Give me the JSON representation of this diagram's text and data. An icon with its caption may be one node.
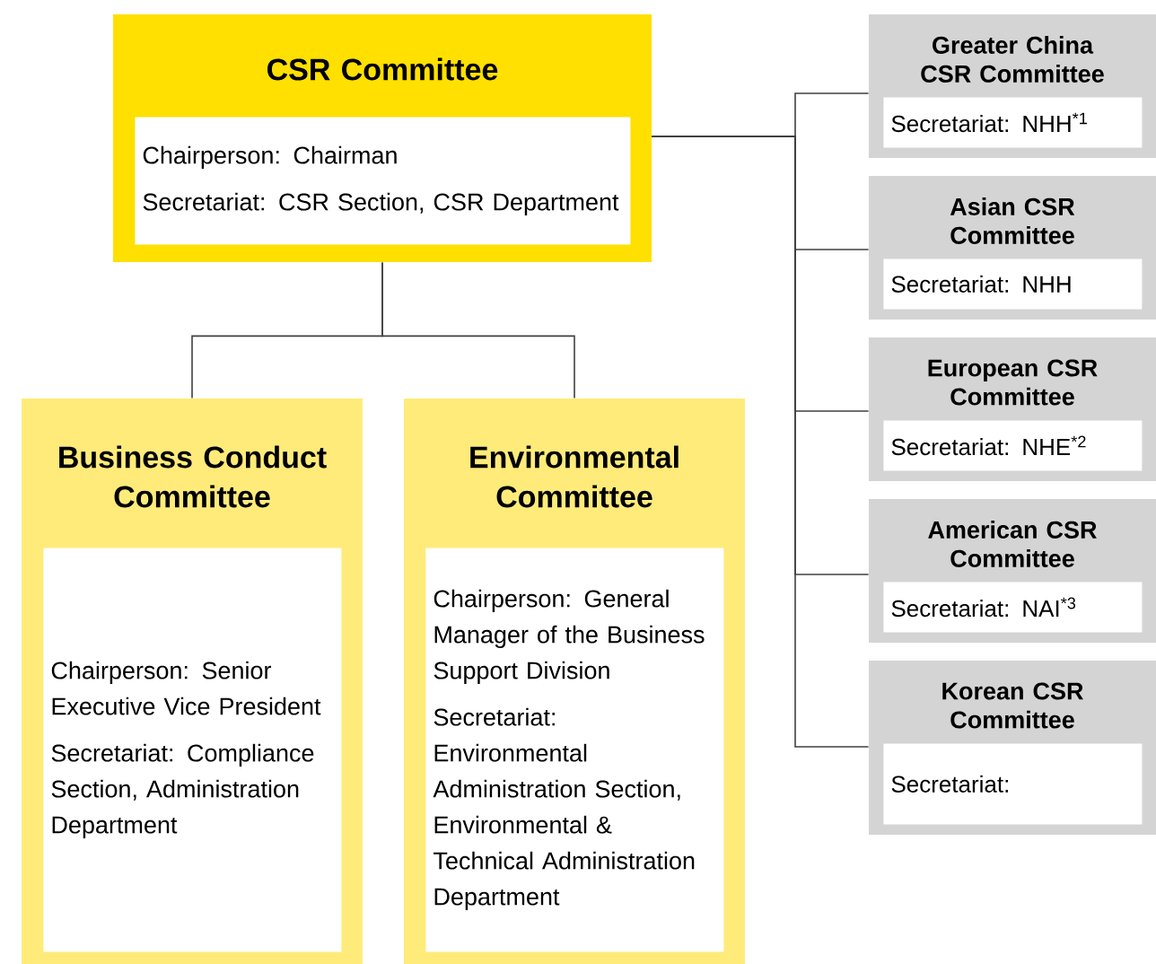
{
  "diagram": {
    "nodes": [
      {
        "text": [
          "CSR Committee",
          "Chairperson: Chairman",
          "Secretariat: CSR Section, CSR Department"
        ]
      },
      {
        "text": [
          "Business Conduct Committee",
          "Chairperson: Senior Executive Vice President",
          "Secretariat: Compliance Section, Administration Department"
        ]
      },
      {
        "text": [
          "Environmental Committee",
          "Chairperson: General Manager of the Business Support Division",
          "Secretariat: Environmental Administration Section, Environmental & Technical Administration Department"
        ]
      },
      {
        "text": [
          "Greater China CSR Committee",
          "Secretariat: NHH$^{*1}$"
        ]
      },
      {
        "text": [
          "Asian CSR Committee",
          "Secretariat: NHH"
        ]
      },
      {
        "text": [
          "European CSR Committee",
          "Secretariat: NHE$^{*2}$"
        ]
      },
      {
        "text": [
          "American CSR Committee",
          "Secretariat: NAI$^{*3}$"
        ]
      },
      {
        "text": [
          "Korean CSR Committee",
          "Secretariat:"
        ]
      }
    ],
    "edges": [
      {
        "from": 0,
        "to": 1,
        "arrow": "none"
      },
      {
        "from": 0,
        "to": 2,
        "arrow": "none"
      },
      {
        "from": 0,
        "to": 3,
        "arrow": "none"
      },
      {
        "from": 0,
        "to": 4,
        "arrow": "none"
      },
      {
        "from": 0,
        "to": 5,
        "arrow": "none"
      },
      {
        "from": 0,
        "to": 6,
        "arrow": "none"
      },
      {
        "from": 0,
        "to": 7,
        "arrow": "none"
      }
    ]
  }
}
